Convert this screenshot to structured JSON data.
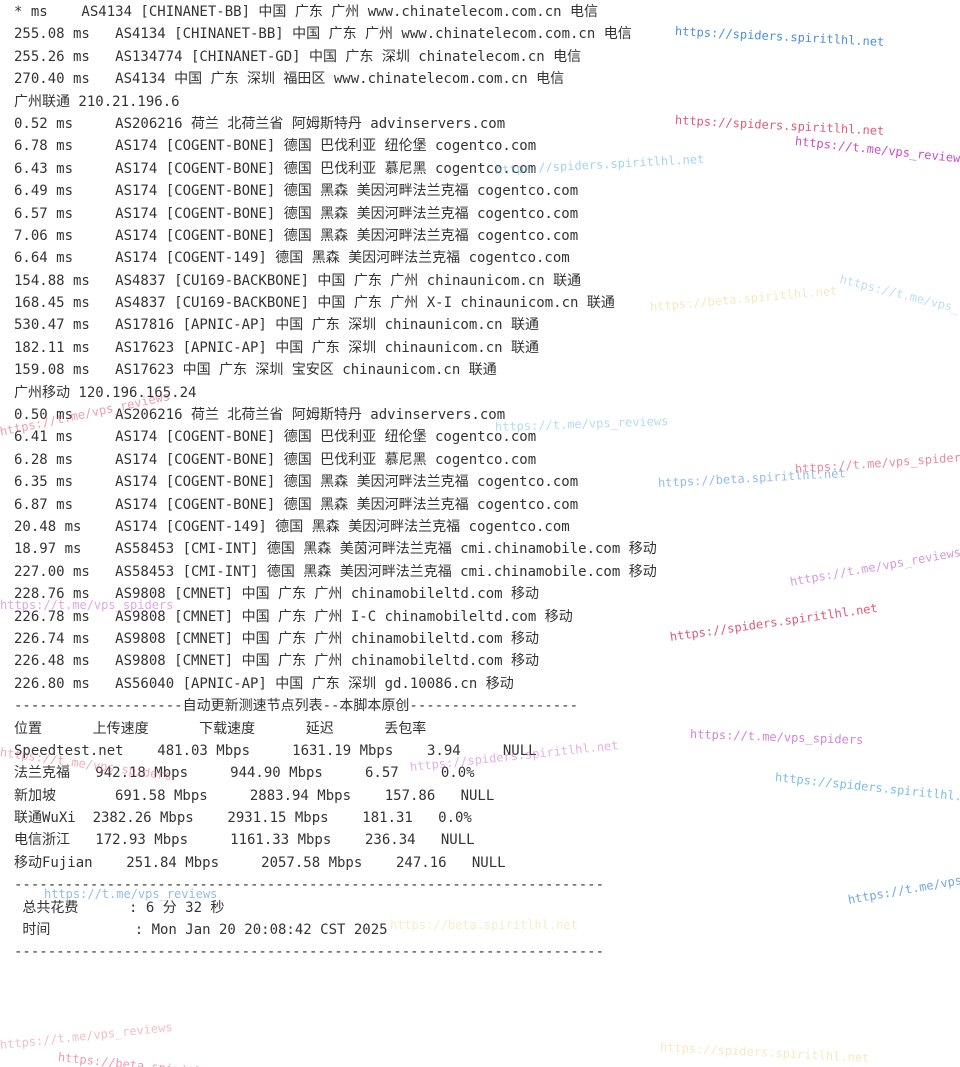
{
  "terminal": {
    "lines": [
      "* ms    AS4134 [CHINANET-BB] 中国 广东 广州 www.chinatelecom.com.cn 电信",
      "255.08 ms   AS4134 [CHINANET-BB] 中国 广东 广州 www.chinatelecom.com.cn 电信",
      "255.26 ms   AS134774 [CHINANET-GD] 中国 广东 深圳 chinatelecom.cn 电信",
      "270.40 ms   AS4134 中国 广东 深圳 福田区 www.chinatelecom.com.cn 电信",
      "广州联通 210.21.196.6",
      "0.52 ms     AS206216 荷兰 北荷兰省 阿姆斯特丹 advinservers.com",
      "6.78 ms     AS174 [COGENT-BONE] 德国 巴伐利亚 纽伦堡 cogentco.com",
      "6.43 ms     AS174 [COGENT-BONE] 德国 巴伐利亚 慕尼黑 cogentco.com",
      "6.49 ms     AS174 [COGENT-BONE] 德国 黑森 美因河畔法兰克福 cogentco.com",
      "6.57 ms     AS174 [COGENT-BONE] 德国 黑森 美因河畔法兰克福 cogentco.com",
      "7.06 ms     AS174 [COGENT-BONE] 德国 黑森 美因河畔法兰克福 cogentco.com",
      "6.64 ms     AS174 [COGENT-149] 德国 黑森 美因河畔法兰克福 cogentco.com",
      "154.88 ms   AS4837 [CU169-BACKBONE] 中国 广东 广州 chinaunicom.cn 联通",
      "168.45 ms   AS4837 [CU169-BACKBONE] 中国 广东 广州 X-I chinaunicom.cn 联通",
      "530.47 ms   AS17816 [APNIC-AP] 中国 广东 深圳 chinaunicom.cn 联通",
      "182.11 ms   AS17623 [APNIC-AP] 中国 广东 深圳 chinaunicom.cn 联通",
      "159.08 ms   AS17623 中国 广东 深圳 宝安区 chinaunicom.cn 联通",
      "广州移动 120.196.165.24",
      "0.50 ms     AS206216 荷兰 北荷兰省 阿姆斯特丹 advinservers.com",
      "6.41 ms     AS174 [COGENT-BONE] 德国 巴伐利亚 纽伦堡 cogentco.com",
      "6.28 ms     AS174 [COGENT-BONE] 德国 巴伐利亚 慕尼黑 cogentco.com",
      "6.35 ms     AS174 [COGENT-BONE] 德国 黑森 美因河畔法兰克福 cogentco.com",
      "6.87 ms     AS174 [COGENT-BONE] 德国 黑森 美因河畔法兰克福 cogentco.com",
      "20.48 ms    AS174 [COGENT-149] 德国 黑森 美因河畔法兰克福 cogentco.com",
      "18.97 ms    AS58453 [CMI-INT] 德国 黑森 美茵河畔法兰克福 cmi.chinamobile.com 移动",
      "227.00 ms   AS58453 [CMI-INT] 德国 黑森 美因河畔法兰克福 cmi.chinamobile.com 移动",
      "228.76 ms   AS9808 [CMNET] 中国 广东 广州 chinamobileltd.com 移动",
      "226.78 ms   AS9808 [CMNET] 中国 广东 广州 I-C chinamobileltd.com 移动",
      "226.74 ms   AS9808 [CMNET] 中国 广东 广州 chinamobileltd.com 移动",
      "226.48 ms   AS9808 [CMNET] 中国 广东 广州 chinamobileltd.com 移动",
      "226.80 ms   AS56040 [APNIC-AP] 中国 广东 深圳 gd.10086.cn 移动",
      "--------------------自动更新测速节点列表--本脚本原创--------------------",
      "位置      上传速度      下载速度      延迟      丢包率",
      "Speedtest.net    481.03 Mbps     1631.19 Mbps    3.94     NULL",
      "法兰克福   942.18 Mbps     944.90 Mbps     6.57     0.0%",
      "新加坡       691.58 Mbps     2883.94 Mbps    157.86   NULL",
      "联通WuXi  2382.26 Mbps    2931.15 Mbps    181.31   0.0%",
      "电信浙江   172.93 Mbps     1161.33 Mbps    236.34   NULL",
      "移动Fujian    251.84 Mbps     2057.58 Mbps    247.16   NULL",
      "----------------------------------------------------------------------",
      " 总共花费      : 6 分 32 秒",
      " 时间          : Mon Jan 20 20:08:42 CST 2025",
      "----------------------------------------------------------------------"
    ]
  },
  "watermarks": {
    "texts": [
      "https://spiders.spiritlhl.net",
      "https://t.me/vps_reviews",
      "https://beta.spiritlhl.net",
      "https://t.me/vps_spiders"
    ],
    "colors": [
      "#4a90d9",
      "#e05a7a",
      "#c24fc9",
      "#7cc96a",
      "#e3c24a",
      "#5ab0e0"
    ]
  }
}
